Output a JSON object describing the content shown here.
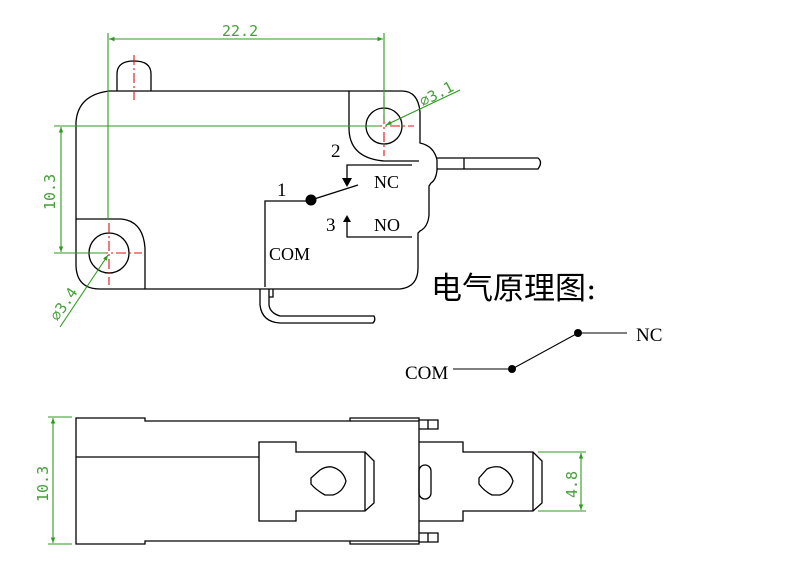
{
  "colors": {
    "outline": "#000000",
    "dimension": "#2e9a1f",
    "centerline": "#e01010"
  },
  "side_view": {
    "dimensions": {
      "width": "22.2",
      "height": "10.3",
      "hole_right_diameter": "⌀3.1",
      "hole_left_diameter": "⌀3.4"
    },
    "terminal_numbers": {
      "t1": "1",
      "t2": "2",
      "t3": "3"
    },
    "terminal_labels": {
      "nc": "NC",
      "no": "NO",
      "com": "COM"
    }
  },
  "schematic": {
    "title": "电气原理图:",
    "com_label": "COM",
    "nc_label": "NC"
  },
  "top_view": {
    "dimensions": {
      "height": "10.3",
      "terminal_width": "4.8"
    }
  }
}
